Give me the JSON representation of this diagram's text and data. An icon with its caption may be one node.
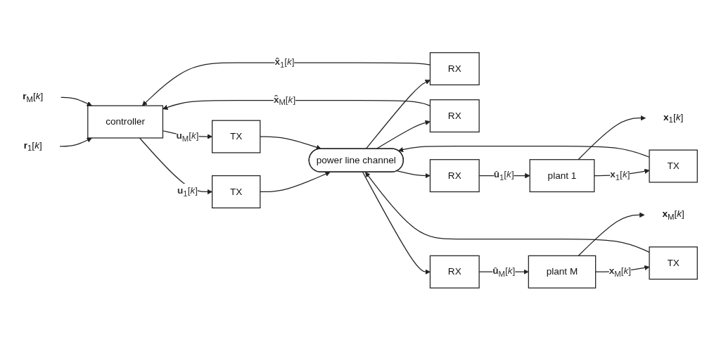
{
  "diagram": {
    "nodes": [
      {
        "text": [
          "**r**$_{1}$[*k*]"
        ]
      },
      {
        "text": [
          "**r**$_{M}$[*k*]"
        ]
      },
      {
        "text": [
          "controller"
        ]
      },
      {
        "text": [
          "TX"
        ]
      },
      {
        "text": [
          "RX"
        ]
      },
      {
        "text": [
          "TX"
        ]
      },
      {
        "text": [
          "RX"
        ]
      },
      {
        "text": [
          "power line channel"
        ]
      },
      {
        "text": [
          "RX"
        ]
      },
      {
        "text": [
          "TX"
        ]
      },
      {
        "text": [
          "RX"
        ]
      },
      {
        "text": [
          "TX"
        ]
      },
      {
        "text": [
          "plant 1"
        ]
      },
      {
        "text": [
          "plant M"
        ]
      },
      {
        "text": [
          "**x**$_{1}$[*k*]"
        ]
      },
      {
        "text": [
          "**x**$_{M}$[*k*]"
        ]
      }
    ],
    "edges": [
      {
        "from": 0,
        "to": 2,
        "arrow": "to"
      },
      {
        "from": 1,
        "to": 2,
        "arrow": "to"
      },
      {
        "from": 2,
        "to": 3,
        "arrow": "to",
        "label": "**u**$_{1}$[*k*]"
      },
      {
        "from": 3,
        "to": 7,
        "arrow": "to"
      },
      {
        "from": 7,
        "to": 4,
        "arrow": "to"
      },
      {
        "from": 4,
        "to": 2,
        "arrow": "to",
        "label": "**x̂**$_{1}$[*k*]"
      },
      {
        "from": 2,
        "to": 5,
        "arrow": "to",
        "label": "**u**$_{M}$[*k*]"
      },
      {
        "from": 5,
        "to": 7,
        "arrow": "to"
      },
      {
        "from": 7,
        "to": 6,
        "arrow": "to"
      },
      {
        "from": 6,
        "to": 2,
        "arrow": "to",
        "label": "**x̂**$_{M}$[*k*]"
      },
      {
        "from": 7,
        "to": 8,
        "arrow": "to"
      },
      {
        "from": 8,
        "to": 12,
        "arrow": "to",
        "label": "**û**$_{1}$[*k*]"
      },
      {
        "from": 12,
        "to": 9,
        "arrow": "to",
        "label": "**x**$_{1}$[*k*]"
      },
      {
        "from": 9,
        "to": 7,
        "arrow": "to"
      },
      {
        "from": 7,
        "to": 10,
        "arrow": "to"
      },
      {
        "from": 10,
        "to": 13,
        "arrow": "to",
        "label": "**û**$_{M}$[*k*]"
      },
      {
        "from": 13,
        "to": 11,
        "arrow": "to",
        "label": "**x**$_{M}$[*k*]"
      },
      {
        "from": 11,
        "to": 7,
        "arrow": "to"
      },
      {
        "from": 12,
        "to": 14,
        "arrow": "to"
      },
      {
        "from": 13,
        "to": 15,
        "arrow": "to"
      }
    ]
  }
}
